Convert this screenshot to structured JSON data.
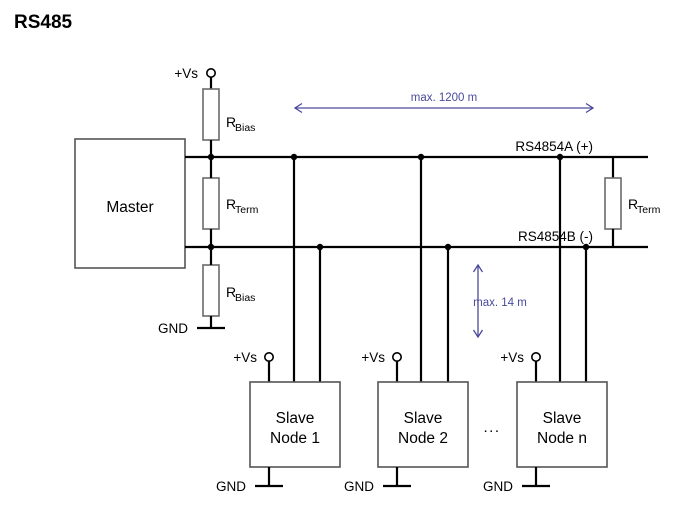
{
  "title": "RS485",
  "diagram": {
    "master": {
      "label": "Master"
    },
    "bus": {
      "line_a_label": "RS4854A (+)",
      "line_b_label": "RS4854B (-)"
    },
    "resistors": {
      "r_base": "R",
      "bias_sub": "Bias",
      "term_sub": "Term"
    },
    "power": {
      "vs_label": "+Vs",
      "gnd_label": "GND"
    },
    "dimensions": {
      "bus_length": "max. 1200 m",
      "stub_length": "max. 14 m"
    },
    "nodes": [
      {
        "line1": "Slave",
        "line2": "Node 1",
        "vs": "+Vs",
        "gnd": "GND"
      },
      {
        "line1": "Slave",
        "line2": "Node 2",
        "vs": "+Vs",
        "gnd": "GND"
      },
      {
        "line1": "Slave",
        "line2": "Node n",
        "vs": "+Vs",
        "gnd": "GND"
      }
    ],
    "ellipsis": "...",
    "colors": {
      "wire": "#000000",
      "annotation": "#4a4a9c",
      "box_stroke": "#555555",
      "background": "#ffffff"
    }
  }
}
